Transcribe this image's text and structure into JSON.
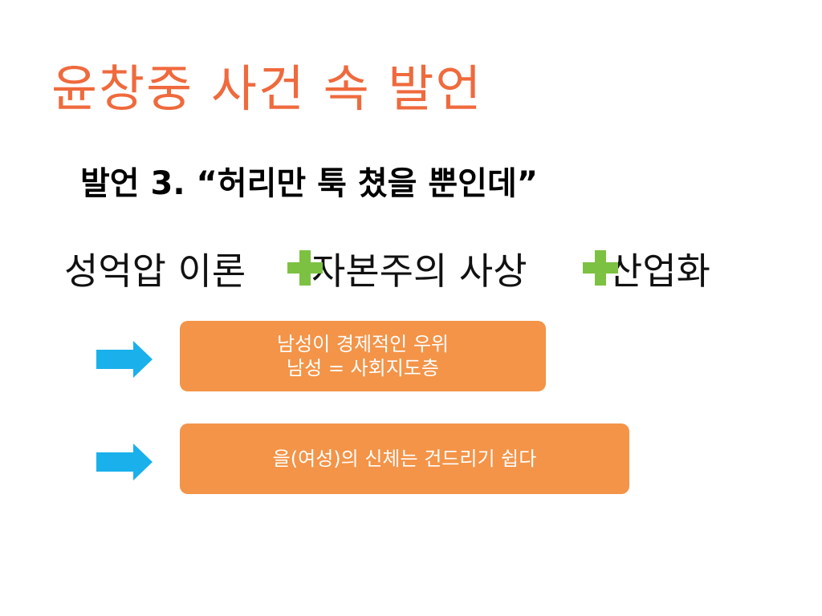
{
  "slide": {
    "title": "윤창중 사건 속 발언",
    "subtitle": "발언 3. “허리만 툭 쳤을 뿐인데”",
    "line3": {
      "part1": "성억압 이론",
      "part2": "자본주의 사상",
      "part3": "산업화"
    },
    "boxes": [
      {
        "lines": [
          "남성이 경제적인 우위",
          "남성 = 사회지도층"
        ]
      },
      {
        "lines": [
          "을(여성)의 신체는 건드리기 쉽다"
        ]
      }
    ],
    "colors": {
      "title": "#ef6a3d",
      "box": "#f39448",
      "arrow": "#1ab0ec",
      "plus": "#7dc142"
    },
    "icons": [
      "plus-icon",
      "arrow-right-icon"
    ]
  }
}
